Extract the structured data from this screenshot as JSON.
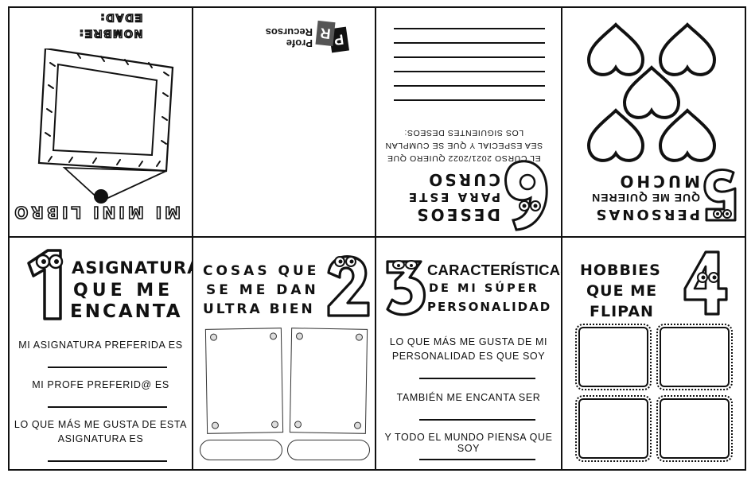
{
  "panel_top_1": {
    "title": "MI MINI LIBRO",
    "name_label": "NOMBRE:",
    "age_label": "EDAD:"
  },
  "panel_top_2": {
    "logo_line1": "Profe",
    "logo_line2": "Recursos",
    "logo_mark": "PR"
  },
  "panel_top_3": {
    "number": "6",
    "title_line1": "DESEOS",
    "title_line2": "PARA ESTE",
    "title_line3": "CURSO",
    "text_line1": "EL CURSO 2021/2022 QUIERO QUE",
    "text_line2": "SEA ESPECIAL Y QUE SE CUMPLAN",
    "text_line3": "LOS SIGUIENTES DESEOS:"
  },
  "panel_top_4": {
    "number": "5",
    "title_line1": "PERSONAS",
    "title_line2": "QUE ME QUIEREN",
    "title_line3": "MUCHO"
  },
  "panel_bot_1": {
    "number": "1",
    "title_line1": "ASIGNATURA",
    "title_line2": "QUE ME",
    "title_line3": "ENCANTA",
    "q1": "MI ASIGNATURA PREFERIDA ES",
    "q2": "MI PROFE PREFERID@ ES",
    "q3_line1": "LO QUE MÁS ME GUSTA DE ESTA",
    "q3_line2": "ASIGNATURA ES"
  },
  "panel_bot_2": {
    "number": "2",
    "title_line1": "COSAS QUE",
    "title_line2": "SE ME DAN",
    "title_line3": "ULTRA BIEN"
  },
  "panel_bot_3": {
    "number": "3",
    "title_line1": "CARACTERÍSTICAS",
    "title_line2": "DE MI SÚPER",
    "title_line3": "PERSONALIDAD",
    "q1_line1": "LO QUE MÁS ME GUSTA DE MI",
    "q1_line2": "PERSONALIDAD ES QUE SOY",
    "q2": "TAMBIÉN ME ENCANTA SER",
    "q3": "Y TODO EL MUNDO PIENSA QUE SOY"
  },
  "panel_bot_4": {
    "number": "4",
    "title_line1": "HOBBIES",
    "title_line2": "QUE ME",
    "title_line3": "FLIPAN"
  }
}
